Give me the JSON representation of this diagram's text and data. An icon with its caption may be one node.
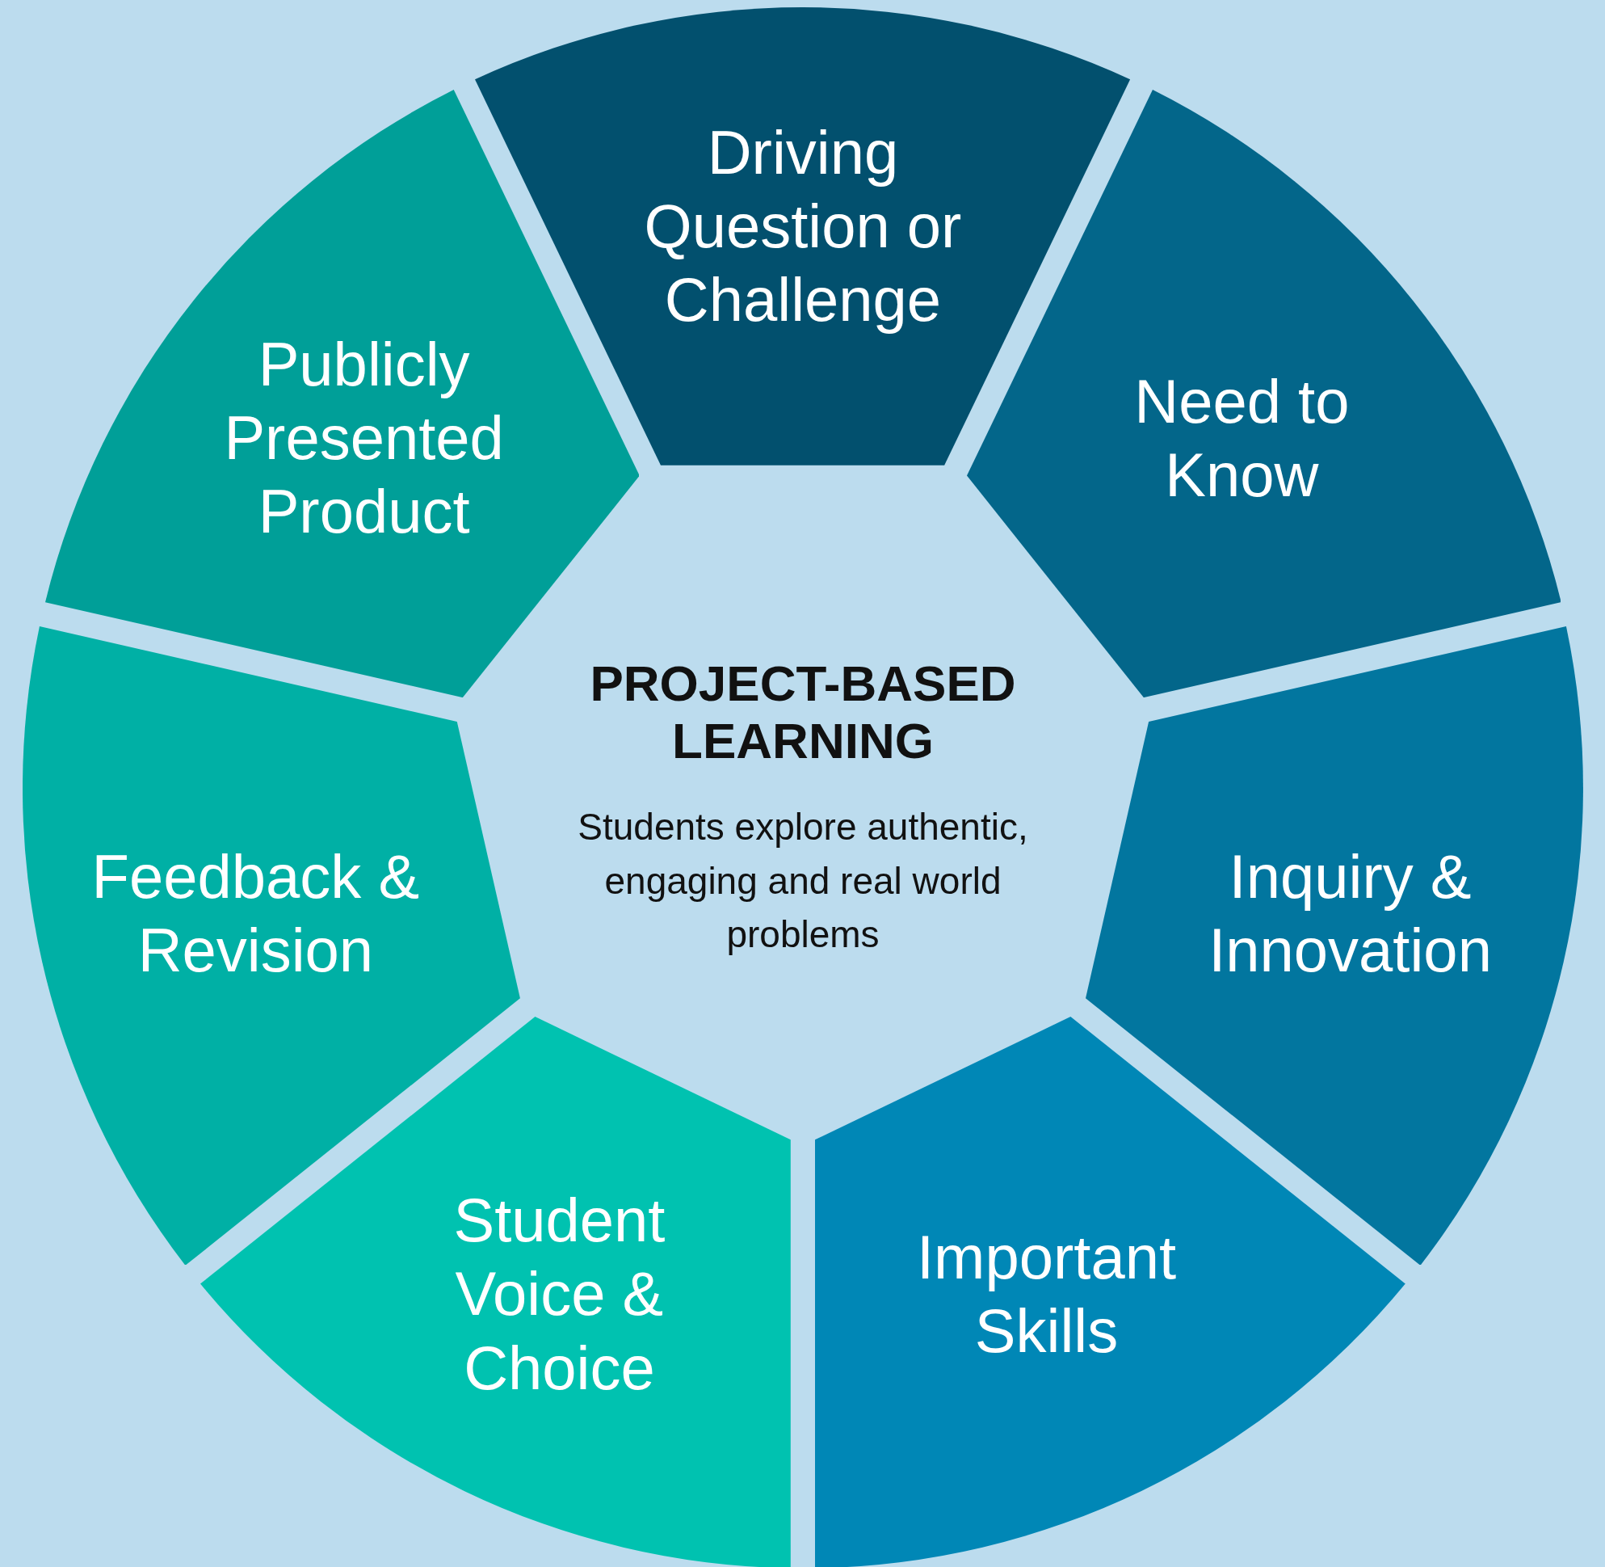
{
  "diagram": {
    "nodes": [
      {
        "text": [
          "Driving Question or Challenge"
        ]
      },
      {
        "text": [
          "Need to Know"
        ]
      },
      {
        "text": [
          "Inquiry & Innovation"
        ]
      },
      {
        "text": [
          "Important Skills"
        ]
      },
      {
        "text": [
          "Student Voice & Choice"
        ]
      },
      {
        "text": [
          "Feedback & Revision"
        ]
      },
      {
        "text": [
          "Publicly Presented Product"
        ]
      },
      {
        "text": [
          "PROJECT-BASED LEARNING",
          "Students explore authentic, engaging and real world problems"
        ]
      }
    ],
    "edges": []
  }
}
